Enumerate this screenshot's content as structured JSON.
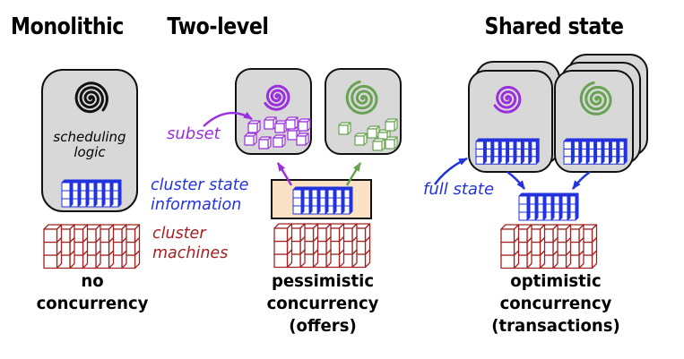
{
  "panels": {
    "monolithic": {
      "title": "Monolithic",
      "caption": "no\nconcurrency",
      "box_label": "scheduling\nlogic"
    },
    "two_level": {
      "title": "Two-level",
      "caption": "pessimistic\nconcurrency\n(offers)"
    },
    "shared_state": {
      "title": "Shared state",
      "caption": "optimistic\nconcurrency\n(transactions)"
    }
  },
  "labels": {
    "subset": "subset",
    "cluster_state": "cluster state\ninformation",
    "cluster_machines": "cluster\nmachines",
    "full_state": "full state"
  },
  "icons": {
    "spiral": "scheduler-spiral-icon",
    "blue_grid": "cluster-state-cubes-icon",
    "red_grid": "cluster-machines-cubes-icon",
    "scatter_cubes": "resource-subset-cubes-icon",
    "arrow": "arrow-icon"
  },
  "colors": {
    "black": "#111111",
    "box_gray": "#d8d8d8",
    "purple": "#9a30dd",
    "green": "#67a352",
    "blue": "#2233dd",
    "dark_red": "#a22222",
    "orange_fill": "#fbe2c4",
    "white": "#ffffff"
  }
}
